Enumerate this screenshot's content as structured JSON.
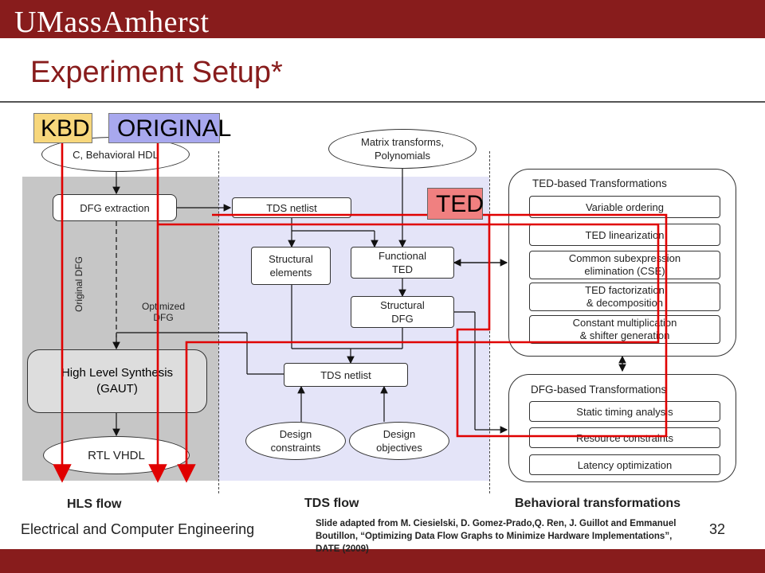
{
  "header": {
    "logo": "UMassAmherst",
    "title": "Experiment Setup*"
  },
  "labels": {
    "kbd": "KBD",
    "original": "ORIGINAL",
    "ted": "TED"
  },
  "hls": {
    "input": "C, Behavioral HDL",
    "dfg_extraction": "DFG extraction",
    "original_dfg": "Original DFG",
    "optimized_dfg": "Optimized\nDFG",
    "synthesis": "High Level Synthesis\n(GAUT)",
    "rtl": "RTL VHDL"
  },
  "tds": {
    "matrix": "Matrix transforms,\nPolynomials",
    "netlist_top": "TDS netlist",
    "structural_elements": "Structural\nelements",
    "functional_ted": "Functional\nTED",
    "structural_dfg": "Structural\nDFG",
    "netlist_bottom": "TDS netlist",
    "design_constraints": "Design\nconstraints",
    "design_objectives": "Design\nobjectives"
  },
  "ted_panel": {
    "title": "TED-based Transformations",
    "items": [
      "Variable ordering",
      "TED linearization",
      "Common subexpression\nelimination (CSE)",
      "TED factorization\n& decomposition",
      "Constant multiplication\n& shifter generation"
    ]
  },
  "dfg_panel": {
    "title": "DFG-based Transformations",
    "items": [
      "Static timing analysis",
      "Resource constraints",
      "Latency optimization"
    ]
  },
  "flows": {
    "hls": "HLS flow",
    "tds": "TDS flow",
    "behavioral": "Behavioral transformations"
  },
  "footer": {
    "department": "Electrical and Computer Engineering",
    "page": "32",
    "credit": "Slide adapted from M. Ciesielski, D. Gomez-Prado,Q. Ren, J. Guillot and Emmanuel Boutillon, “Optimizing Data Flow Graphs to Minimize Hardware Implementations”, DATE (2009)"
  },
  "colors": {
    "brand": "#881c1c",
    "flow_line": "#e00000"
  }
}
